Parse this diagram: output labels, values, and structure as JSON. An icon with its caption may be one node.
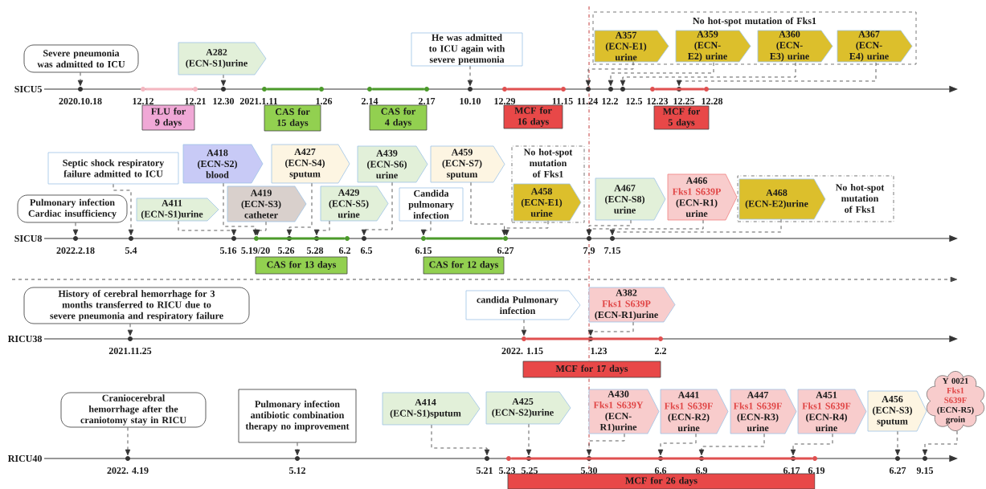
{
  "diagram": {
    "nodes": [
      {
        "text": [
          "Severe pneumonia was admitted to ICU"
        ]
      },
      {
        "text": [
          "A282",
          "(ECN-S1)urine"
        ]
      },
      {
        "text": [
          "He was admitted to ICU again with severe pneumonia"
        ]
      },
      {
        "text": [
          "No hot-spot mutation of Fks1"
        ]
      },
      {
        "text": [
          "A357",
          "(ECN-E1) urine"
        ],
        "in": 3
      },
      {
        "text": [
          "A359",
          "(ECN-E2) urine"
        ],
        "in": 3
      },
      {
        "text": [
          "A360",
          "(ECN-E3) urine"
        ],
        "in": 3
      },
      {
        "text": [
          "A367",
          "(ECN-E4) urine"
        ],
        "in": 3
      },
      {
        "text": [
          "FLU for 9 days"
        ]
      },
      {
        "text": [
          "CAS for 15 days"
        ]
      },
      {
        "text": [
          "CAS for 4 days"
        ]
      },
      {
        "text": [
          "MCF for 16 days"
        ]
      },
      {
        "text": [
          "MCF for 5 days"
        ]
      },
      {
        "text": [],
        "shape": "circle"
      },
      {
        "text": [],
        "shape": "circle"
      },
      {
        "text": [],
        "shape": "circle"
      },
      {
        "text": [],
        "shape": "circle"
      },
      {
        "text": [],
        "shape": "circle"
      },
      {
        "text": [],
        "shape": "circle"
      },
      {
        "text": [],
        "shape": "circle"
      },
      {
        "text": [],
        "shape": "circle"
      },
      {
        "text": [],
        "shape": "circle"
      },
      {
        "text": [],
        "shape": "circle"
      },
      {
        "text": [],
        "shape": "circle"
      },
      {
        "text": [],
        "shape": "circle"
      },
      {
        "text": [],
        "shape": "circle"
      },
      {
        "text": [],
        "shape": "circle"
      },
      {
        "text": [],
        "shape": "circle"
      },
      {
        "text": [],
        "shape": "circle"
      },
      {
        "text": [],
        "shape": "circle"
      },
      {
        "text": [
          "Septic shock respiratory failure admitted to ICU"
        ]
      },
      {
        "text": [
          "A418",
          "(ECN-S2) blood"
        ]
      },
      {
        "text": [
          "A427",
          "(ECN-S4) sputum"
        ]
      },
      {
        "text": [
          "A439",
          "(ECN-S6) urine"
        ]
      },
      {
        "text": [
          "A459",
          "(ECN-S7) sputum"
        ]
      },
      {
        "text": [
          "No hot-spot mutation of Fks1"
        ]
      },
      {
        "text": [
          "A458",
          "(ECN-E1) urine"
        ],
        "in": 35
      },
      {
        "text": [
          "Pulmonary infection Cardiac insufficiency"
        ]
      },
      {
        "text": [
          "A411",
          "(ECN-S1)urine"
        ]
      },
      {
        "text": [
          "A419",
          "(ECN-S3) catheter"
        ]
      },
      {
        "text": [
          "A429",
          "(ECN-S5) urine"
        ]
      },
      {
        "text": [
          "Candida pulmonary infection"
        ]
      },
      {
        "text": [
          "A467",
          "(ECN-S8) urine"
        ]
      },
      {
        "text": [
          "A466",
          "Fks1 S639P",
          "(ECN-R1) urine"
        ]
      },
      {
        "text": [
          "No hot-spot mutation of Fks1"
        ]
      },
      {
        "text": [
          "A468",
          "(ECN-E2)urine"
        ],
        "in": 44
      },
      {
        "text": [
          "CAS for 13 days"
        ]
      },
      {
        "text": [
          "CAS for 12 days"
        ]
      },
      {
        "text": [],
        "shape": "circle"
      },
      {
        "text": [],
        "shape": "circle"
      },
      {
        "text": [],
        "shape": "circle"
      },
      {
        "text": [],
        "shape": "circle"
      },
      {
        "text": [],
        "shape": "circle"
      },
      {
        "text": [],
        "shape": "circle"
      },
      {
        "text": [],
        "shape": "circle"
      },
      {
        "text": [],
        "shape": "circle"
      },
      {
        "text": [],
        "shape": "circle"
      },
      {
        "text": [],
        "shape": "circle"
      },
      {
        "text": [],
        "shape": "circle"
      },
      {
        "text": [],
        "shape": "circle"
      },
      {
        "text": [
          "History of cerebral hemorrhage for 3 months transferred to RICU due to severe pneumonia and respiratory failure"
        ]
      },
      {
        "text": [
          "candida Pulmonary infection"
        ]
      },
      {
        "text": [
          "A382",
          "Fks1 S639P",
          "(ECN-R1)urine"
        ]
      },
      {
        "text": [
          "MCF for 17 days"
        ]
      },
      {
        "text": [],
        "shape": "circle"
      },
      {
        "text": [],
        "shape": "circle"
      },
      {
        "text": [],
        "shape": "circle"
      },
      {
        "text": [],
        "shape": "circle"
      },
      {
        "text": [
          "Craniocerebral hemorrhage after the craniotomy stay in RICU"
        ]
      },
      {
        "text": [
          "Pulmonary infection antibiotic combination therapy no improvement"
        ]
      },
      {
        "text": [
          "A414",
          "(ECN-S1)sputum"
        ]
      },
      {
        "text": [
          "A425",
          "(ECN-S2)urine"
        ]
      },
      {
        "text": [
          "A430",
          "Fks1 S639Y",
          "(ECN-R1)urine"
        ]
      },
      {
        "text": [
          "A441",
          "Fks1 S639F",
          "(ECN-R2) urine"
        ]
      },
      {
        "text": [
          "A447",
          "Fks1 S639F",
          "(ECN-R3) urine"
        ]
      },
      {
        "text": [
          "A451",
          "Fks1 S639F",
          "(ECN-R4) urine"
        ]
      },
      {
        "text": [
          "A456",
          "(ECN-S3) sputum"
        ]
      },
      {
        "text": [
          "Y 0021",
          "Fks1 S639F",
          "(ECN-R5) groin"
        ]
      },
      {
        "text": [
          "MCF for 26 days"
        ]
      },
      {
        "text": [],
        "shape": "circle"
      },
      {
        "text": [],
        "shape": "circle"
      },
      {
        "text": [],
        "shape": "circle"
      },
      {
        "text": [],
        "shape": "circle"
      },
      {
        "text": [],
        "shape": "circle"
      },
      {
        "text": [],
        "shape": "circle"
      },
      {
        "text": [],
        "shape": "circle"
      },
      {
        "text": [],
        "shape": "circle"
      },
      {
        "text": [],
        "shape": "circle"
      },
      {
        "text": [],
        "shape": "circle"
      },
      {
        "text": [],
        "shape": "circle"
      },
      {
        "text": [],
        "shape": "circle"
      }
    ],
    "edges": [
      {
        "from": 0,
        "to": 13,
        "arrow": "to",
        "style": "dashed"
      },
      {
        "from": 1,
        "to": 16,
        "arrow": "to",
        "style": "dashed"
      },
      {
        "from": 2,
        "to": 21,
        "arrow": "to",
        "style": "dashed"
      },
      {
        "from": 4,
        "to": 24,
        "arrow": "to",
        "style": "dashed"
      },
      {
        "from": 5,
        "to": 25,
        "arrow": "to",
        "style": "dashed"
      },
      {
        "from": 6,
        "to": 26,
        "arrow": "to",
        "style": "dashed"
      },
      {
        "from": 7,
        "to": 28,
        "arrow": "to",
        "style": "dashed"
      },
      {
        "from": 14,
        "to": 15,
        "arrow": "none",
        "style": "thick",
        "color": "#f4b6c0"
      },
      {
        "from": 17,
        "to": 18,
        "arrow": "none",
        "style": "thick",
        "color": "#4b9a2a"
      },
      {
        "from": 19,
        "to": 20,
        "arrow": "none",
        "style": "thick",
        "color": "#4b9a2a"
      },
      {
        "from": 22,
        "to": 23,
        "arrow": "none",
        "style": "thick",
        "color": "#e05050"
      },
      {
        "from": 27,
        "to": 29,
        "arrow": "none",
        "style": "thick",
        "color": "#e05050"
      },
      {
        "from": 37,
        "to": 48,
        "arrow": "to",
        "style": "dashed"
      },
      {
        "from": 30,
        "to": 49,
        "arrow": "to",
        "style": "dashed"
      },
      {
        "from": 38,
        "to": 50,
        "arrow": "to",
        "style": "dashed"
      },
      {
        "from": 31,
        "to": 51,
        "arrow": "to",
        "style": "dashed"
      },
      {
        "from": 39,
        "to": 51,
        "arrow": "to",
        "style": "dashed"
      },
      {
        "from": 32,
        "to": 52,
        "arrow": "to",
        "style": "dashed"
      },
      {
        "from": 40,
        "to": 53,
        "arrow": "to",
        "style": "dashed"
      },
      {
        "from": 33,
        "to": 55,
        "arrow": "to",
        "style": "dashed"
      },
      {
        "from": 41,
        "to": 56,
        "arrow": "to",
        "style": "dashed"
      },
      {
        "from": 34,
        "to": 57,
        "arrow": "to",
        "style": "dashed"
      },
      {
        "from": 36,
        "to": 57,
        "arrow": "to",
        "style": "dashed"
      },
      {
        "from": 42,
        "to": 58,
        "arrow": "to",
        "style": "dashed"
      },
      {
        "from": 43,
        "to": 58,
        "arrow": "to",
        "style": "dashed"
      },
      {
        "from": 45,
        "to": 59,
        "arrow": "to",
        "style": "dashed"
      },
      {
        "from": 51,
        "to": 54,
        "arrow": "none",
        "style": "thick",
        "color": "#4b9a2a"
      },
      {
        "from": 56,
        "to": 57,
        "arrow": "none",
        "style": "thick",
        "color": "#4b9a2a"
      },
      {
        "from": 60,
        "to": 64,
        "arrow": "to",
        "style": "dashed"
      },
      {
        "from": 61,
        "to": 65,
        "arrow": "to",
        "style": "dashed"
      },
      {
        "from": 62,
        "to": 66,
        "arrow": "to",
        "style": "dashed"
      },
      {
        "from": 65,
        "to": 67,
        "arrow": "none",
        "style": "thick",
        "color": "#e05050"
      },
      {
        "from": 68,
        "to": 79,
        "arrow": "to",
        "style": "dashed"
      },
      {
        "from": 69,
        "to": 80,
        "arrow": "to",
        "style": "dashed"
      },
      {
        "from": 70,
        "to": 81,
        "arrow": "to",
        "style": "dashed"
      },
      {
        "from": 71,
        "to": 83,
        "arrow": "to",
        "style": "dashed"
      },
      {
        "from": 72,
        "to": 84,
        "arrow": "to",
        "style": "dashed"
      },
      {
        "from": 73,
        "to": 85,
        "arrow": "to",
        "style": "dashed"
      },
      {
        "from": 74,
        "to": 86,
        "arrow": "to",
        "style": "dashed"
      },
      {
        "from": 75,
        "to": 87,
        "arrow": "to",
        "style": "dashed"
      },
      {
        "from": 76,
        "to": 89,
        "arrow": "to",
        "style": "dashed"
      },
      {
        "from": 77,
        "to": 90,
        "arrow": "to",
        "style": "dashed"
      },
      {
        "from": 82,
        "to": 88,
        "arrow": "none",
        "style": "thick",
        "color": "#e05050"
      }
    ],
    "labels": [
      "SICU5",
      "2020.10.18",
      "12.12",
      "12.21",
      "12.30",
      "2021.1.11",
      "1.26",
      "2.14",
      "2.17",
      "10.10",
      "12.29",
      "11.15",
      "11.24",
      "12.2",
      "12.5",
      "12.23",
      "12.25",
      "12.28",
      "SICU8",
      "2022.2.18",
      "5.4",
      "5.16",
      "5.19/20",
      "5.26",
      "5.28",
      "6.2",
      "6.5",
      "6.15",
      "6.27",
      "7.9",
      "7.15",
      "RICU38",
      "2021.11.25",
      "2022. 1.15",
      "1.23",
      "2.2",
      "RICU40",
      "2022. 4.19",
      "5.12",
      "5.21",
      "5.23",
      "5.25",
      "5.30",
      "6.6",
      "6.9",
      "6.17",
      "6.19",
      "6.27",
      "9.15"
    ]
  }
}
